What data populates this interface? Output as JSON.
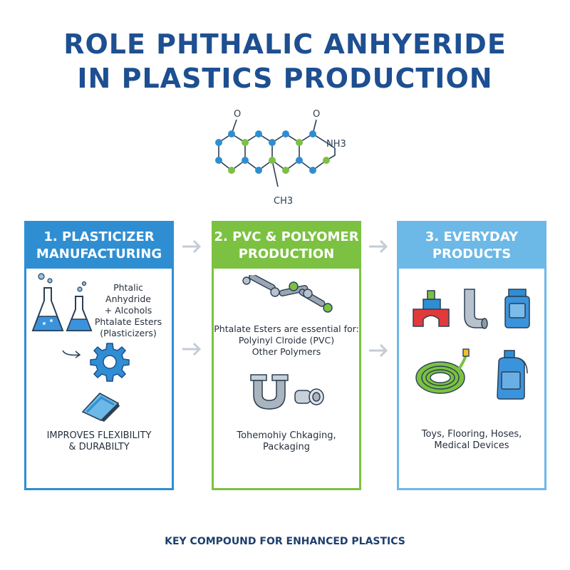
{
  "title": {
    "line1": "ROLE PHTHALIC ANHYERIDE",
    "line2": "IN PLASTICS PRODUCTION"
  },
  "molecule": {
    "o_left": "O",
    "o_right": "O",
    "nh3": "NH3",
    "ch3": "CH3"
  },
  "columns": [
    {
      "line1": "1. PLASTICIZER",
      "line2": "MANUFACTURING",
      "text": [
        "Phtalic Anhydride",
        "+ Alcohols",
        "Phtalate Esters",
        "(Plasticizers)"
      ],
      "caption": [
        "IMPROVES FLEXIBILITY",
        "& DURABILTY"
      ]
    },
    {
      "line1": "2. PVC & POLYOMER",
      "line2": "PRODUCTION",
      "text": [
        "Phtalate Esters are essential for:",
        "Polyinyl Clroide (PVC)",
        "Other Polymers"
      ],
      "caption": [
        "Tohemohiy Chkaging,",
        "Packaging"
      ]
    },
    {
      "line1": "3. EVERYDAY",
      "line2": "PRODUCTS",
      "caption": [
        "Toys, Flooring, Hoses,",
        "Medical Devices"
      ]
    }
  ],
  "footer": "KEY COMPOUND FOR ENHANCED PLASTICS",
  "colors": {
    "title": "#1d4f91",
    "blue": "#2f8ed1",
    "green": "#7cc142",
    "lightblue": "#6cb8e6",
    "arrow": "#c4ccd6"
  }
}
